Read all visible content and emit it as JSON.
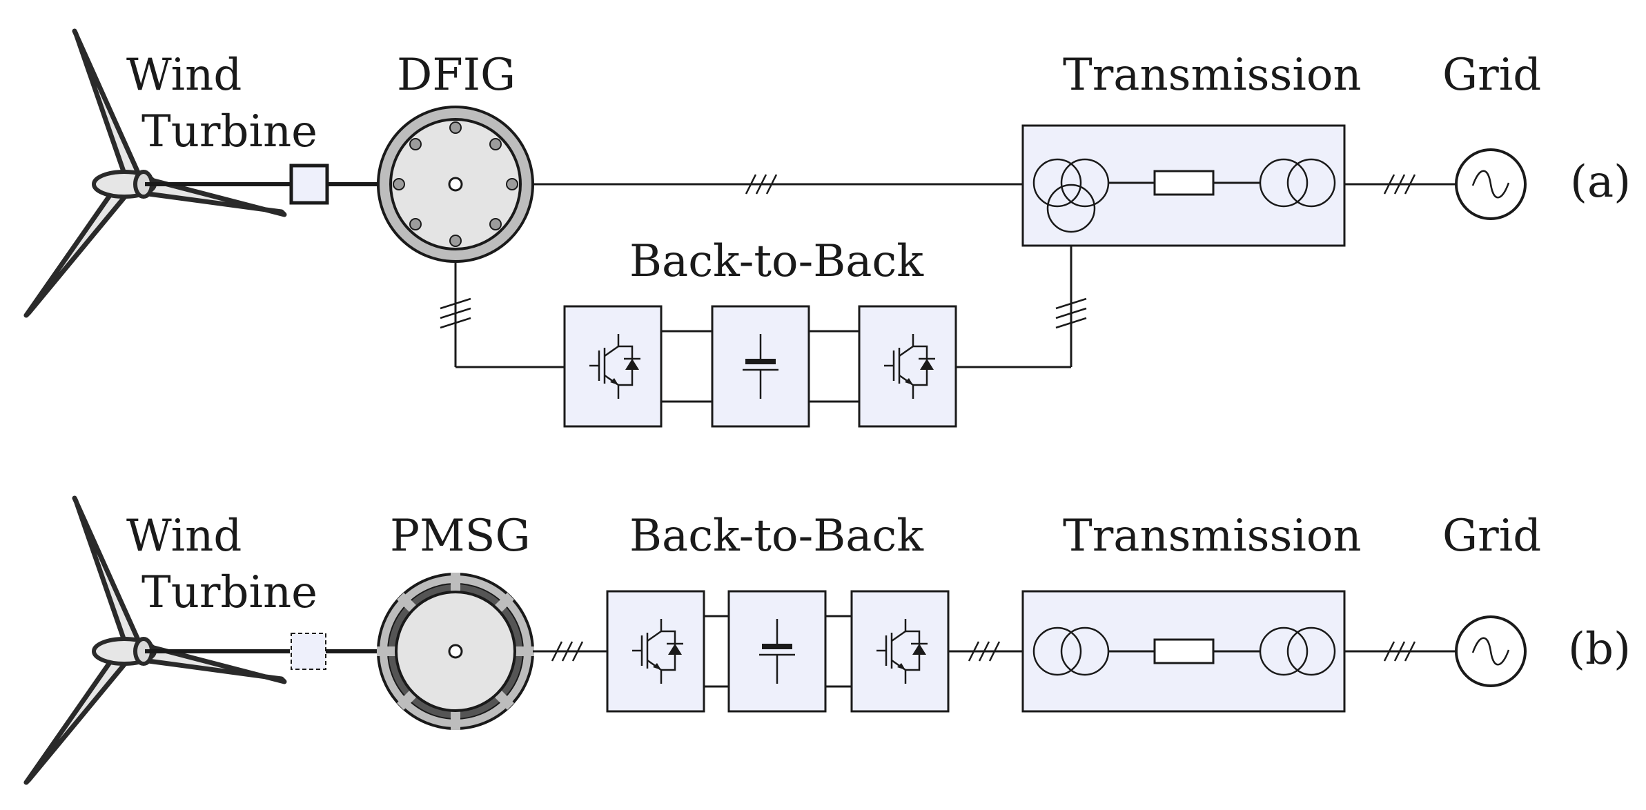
{
  "rows": [
    {
      "turbine_line1": "Wind",
      "turbine_line2": "Turbine",
      "generator": "DFIG",
      "converter": "Back-to-Back",
      "transmission": "Transmission",
      "grid": "Grid",
      "tag": "(a)"
    },
    {
      "turbine_line1": "Wind",
      "turbine_line2": "Turbine",
      "generator": "PMSG",
      "converter": "Back-to-Back",
      "transmission": "Transmission",
      "grid": "Grid",
      "tag": "(b)"
    }
  ],
  "colors": {
    "box_fill": "#eef0fb",
    "stroke": "#1a1a1a",
    "blade_fill": "#e6e6e6",
    "machine_fill": "#e4e4e4",
    "stator_fill": "#bdbdbd",
    "magnet_fill": "#555555"
  },
  "icons": [
    "turbine-icon",
    "gearbox-icon",
    "dfig-icon",
    "pmsg-icon",
    "igbt-icon",
    "capacitor-icon",
    "transformer-icon",
    "impedance-icon",
    "ac-source-icon",
    "three-phase-marker-icon"
  ]
}
